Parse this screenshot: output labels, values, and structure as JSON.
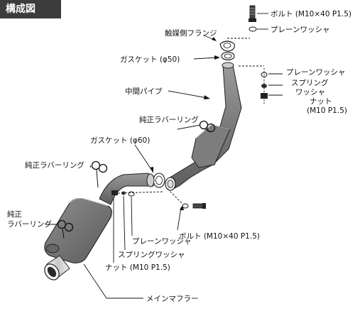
{
  "title": "構成図",
  "labels": {
    "bolt_top": "ボルト (M10×40 P1.5)",
    "plain_washer_top": "プレーンワッシャ",
    "catalyst_flange": "触媒側フランジ",
    "gasket_50": "ガスケット (φ50)",
    "plain_washer_right": "プレーンワッシャ",
    "spring_washer_right_1": "スプリング",
    "spring_washer_right_2": "ワッシャ",
    "nut_right": "ナット",
    "nut_right_spec": "(M10 P1.5)",
    "mid_pipe": "中間パイプ",
    "rubber_ring_mid": "純正ラバーリング",
    "gasket_60": "ガスケット (φ60)",
    "rubber_ring_left": "純正ラバーリング",
    "rubber_ring_muffler_1": "純正",
    "rubber_ring_muffler_2": "ラバーリング",
    "bolt_bottom": "ボルト (M10×40 P1.5)",
    "plain_washer_bottom": "プレーンワッシャ",
    "spring_washer_bottom": "スプリングワッシャ",
    "nut_bottom": "ナット (M10 P1.5)",
    "main_muffler": "メインマフラー"
  }
}
